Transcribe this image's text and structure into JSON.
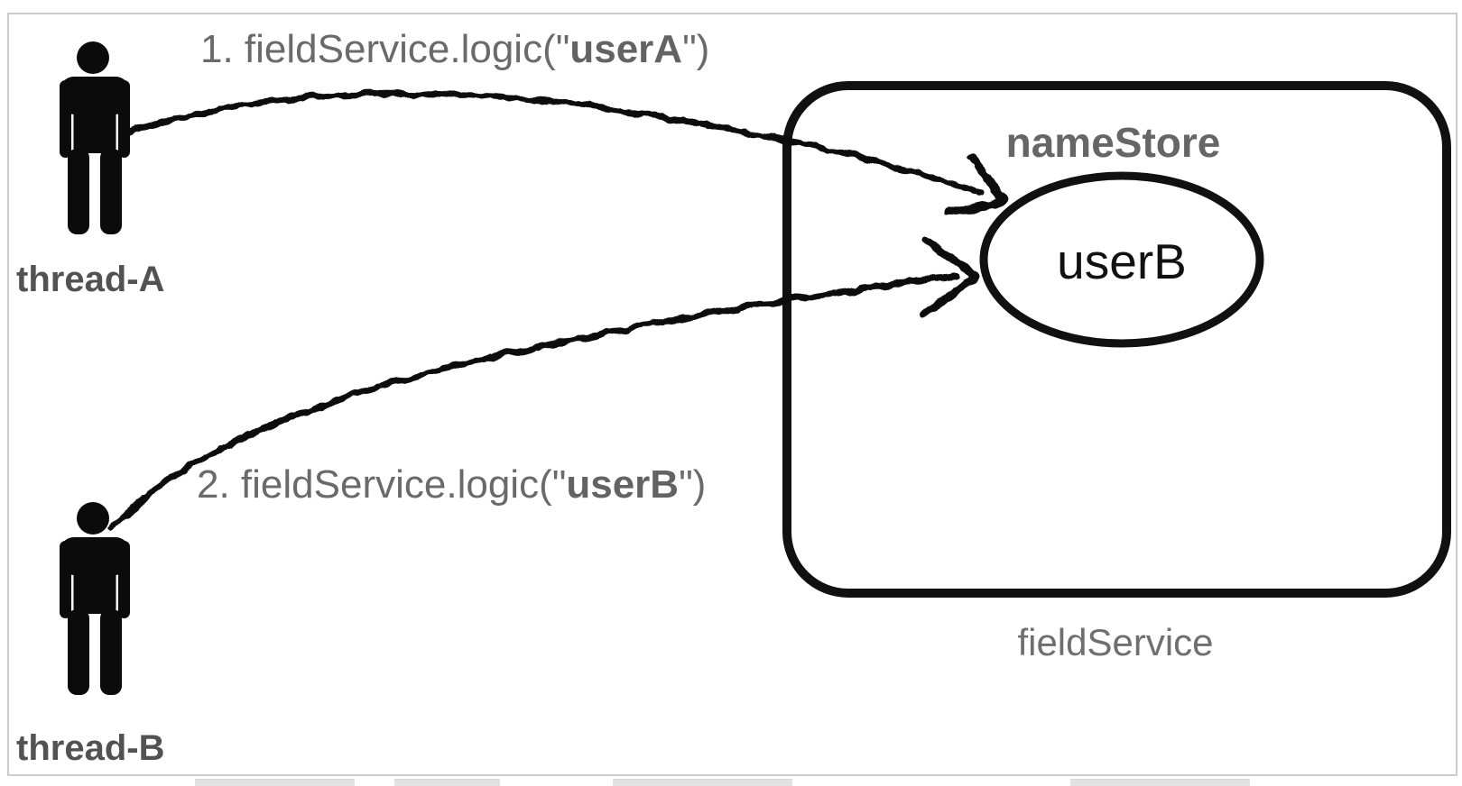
{
  "diagram": {
    "actors": [
      {
        "id": "thread-A",
        "label": "thread-A"
      },
      {
        "id": "thread-B",
        "label": "thread-B"
      }
    ],
    "calls": [
      {
        "step": "1",
        "prefix": "1. fieldService.logic(\"",
        "arg": "userA",
        "suffix": "\")"
      },
      {
        "step": "2",
        "prefix": "2. fieldService.logic(\"",
        "arg": "userB",
        "suffix": "\")"
      }
    ],
    "service": {
      "label": "fieldService",
      "store_label": "nameStore",
      "store_value": "userB"
    },
    "colors": {
      "shape_black": "#111111",
      "label_gray": "#6a6a6a",
      "actor_label_gray": "#525252",
      "frame_border": "#cccccc",
      "bottom_button_fill": "#e2e2e2",
      "background": "#ffffff"
    }
  }
}
